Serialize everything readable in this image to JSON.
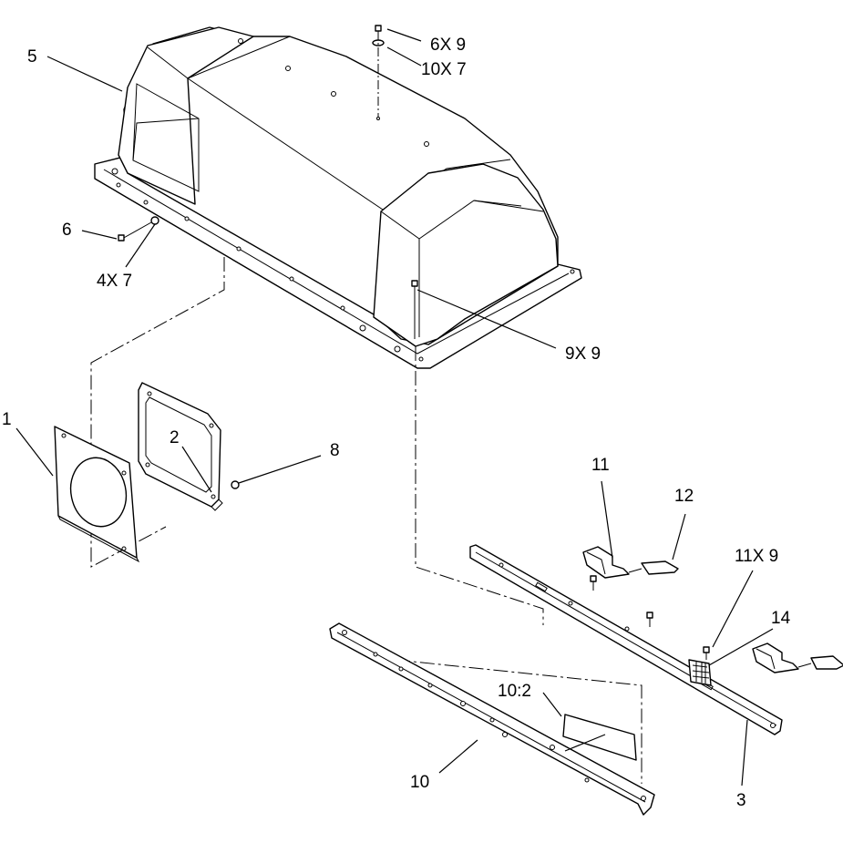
{
  "diagram": {
    "callouts": {
      "c1": "1",
      "c2": "2",
      "c3": "3",
      "c4x7": "4X 7",
      "c5": "5",
      "c6": "6",
      "c6x9": "6X 9",
      "c8": "8",
      "c9x9": "9X 9",
      "c10": "10",
      "c10_2": "10:2",
      "c10x7": "10X 7",
      "c11": "11",
      "c11x9": "11X 9",
      "c12": "12",
      "c14": "14"
    },
    "parts": {
      "hood": "housing",
      "plate": "mounting-plate",
      "gasket": "gasket",
      "rail_long": "mounting-rail",
      "rail_lower": "lower-rail",
      "decal": "decal",
      "clip_upper": "clip",
      "clip_lower": "clip",
      "latch_upper": "latch",
      "latch_lower": "latch",
      "screen": "screen",
      "fasteners": "screws-and-washers"
    },
    "colors": {
      "line": "#000000",
      "fill": "#ffffff"
    }
  }
}
